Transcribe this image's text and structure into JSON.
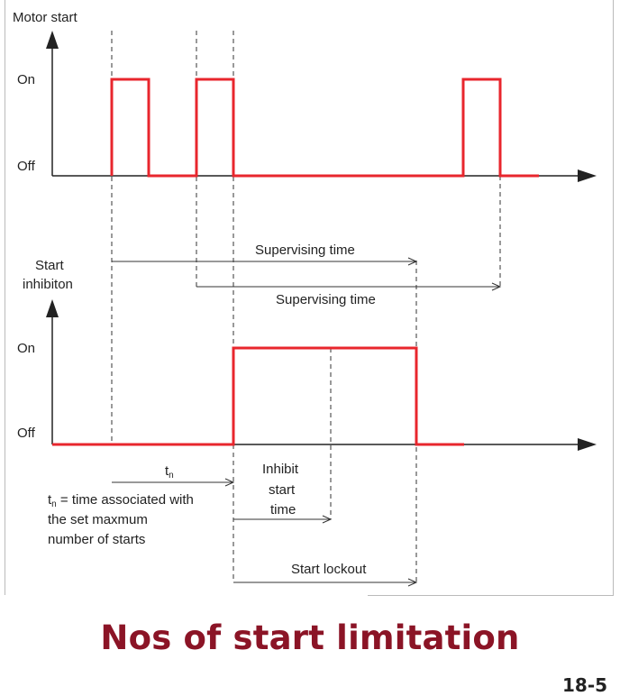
{
  "diagram": {
    "top_axis": {
      "label": "Motor start",
      "on_label": "On",
      "off_label": "Off"
    },
    "bottom_axis": {
      "label_line1": "Start",
      "label_line2": "inhibiton",
      "on_label": "On",
      "off_label": "Off"
    },
    "supervising_1": "Supervising time",
    "supervising_2": "Supervising time",
    "tn_symbol": "t",
    "tn_subscript": "n",
    "tn_note": {
      "prefix": "t",
      "subscript": "n",
      "line1_rest": " = time associated with",
      "line2": "the set maxmum",
      "line3": "number of starts"
    },
    "inhibit_start_time": {
      "line1": "Inhibit",
      "line2": "start",
      "line3": "time"
    },
    "start_lockout": "Start lockout"
  },
  "slide": {
    "title": "Nos of start limitation",
    "page_number": "18-5"
  },
  "colors": {
    "signal": "#e8262d",
    "line": "#222222",
    "title": "#8b1426"
  }
}
